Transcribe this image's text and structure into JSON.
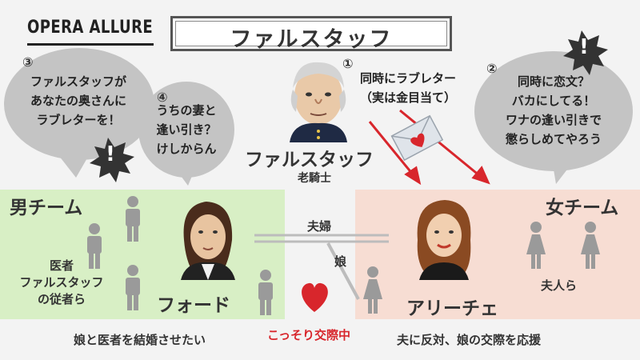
{
  "brand": {
    "logo": "OPERA ALLURE"
  },
  "title": "ファルスタッフ",
  "bubbles": {
    "b1": {
      "num": "①",
      "lines": [
        "同時にラブレター",
        "（実は金目当て）"
      ]
    },
    "b2": {
      "num": "②",
      "lines": [
        "同時に恋文？",
        "バカにしてる！",
        "ワナの逢い引きで",
        "懲らしめてやろう"
      ]
    },
    "b3": {
      "num": "③",
      "lines": [
        "ファルスタッフが",
        "あなたの奥さんに",
        "ラブレターを！"
      ]
    },
    "b4": {
      "num": "④",
      "lines": [
        "うちの妻と",
        "逢い引き？",
        "けしからん"
      ]
    }
  },
  "exclaim": "!",
  "falstaff": {
    "name": "ファルスタッフ",
    "role": "老騎士"
  },
  "men_team": {
    "title": "男チーム",
    "group_lines": [
      "医者",
      "ファルスタッフ",
      "の従者ら"
    ],
    "leader": "フォード"
  },
  "women_team": {
    "title": "女チーム",
    "group": "夫人ら",
    "leader": "アリーチェ"
  },
  "relations": {
    "couple": "夫婦",
    "daughter": "娘"
  },
  "bottom": {
    "left": "娘と医者を結婚させたい",
    "center": "こっそり交際中",
    "right": "夫に反対、娘の交際を応援"
  },
  "colors": {
    "men_bg": "#d8efc5",
    "women_bg": "#f7ddd3",
    "bubble": "#c4c4c4",
    "accent_red": "#d8262c",
    "figure_gray": "#9a9a9a"
  }
}
